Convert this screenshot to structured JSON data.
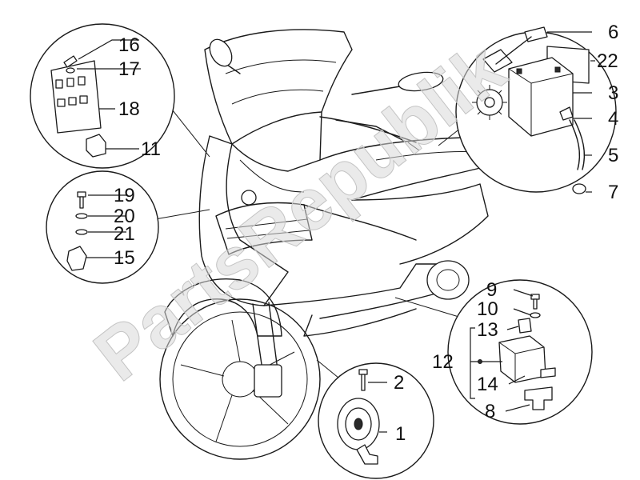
{
  "watermark": "PartsRepublik",
  "callouts": {
    "c1": "1",
    "c2": "2",
    "c3": "3",
    "c4": "4",
    "c5": "5",
    "c6": "6",
    "c7": "7",
    "c8": "8",
    "c9": "9",
    "c10": "10",
    "c11": "11",
    "c12": "12",
    "c13": "13",
    "c14": "14",
    "c15": "15",
    "c16": "16",
    "c17": "17",
    "c18": "18",
    "c19": "19",
    "c20": "20",
    "c21": "21",
    "c22": "22"
  }
}
